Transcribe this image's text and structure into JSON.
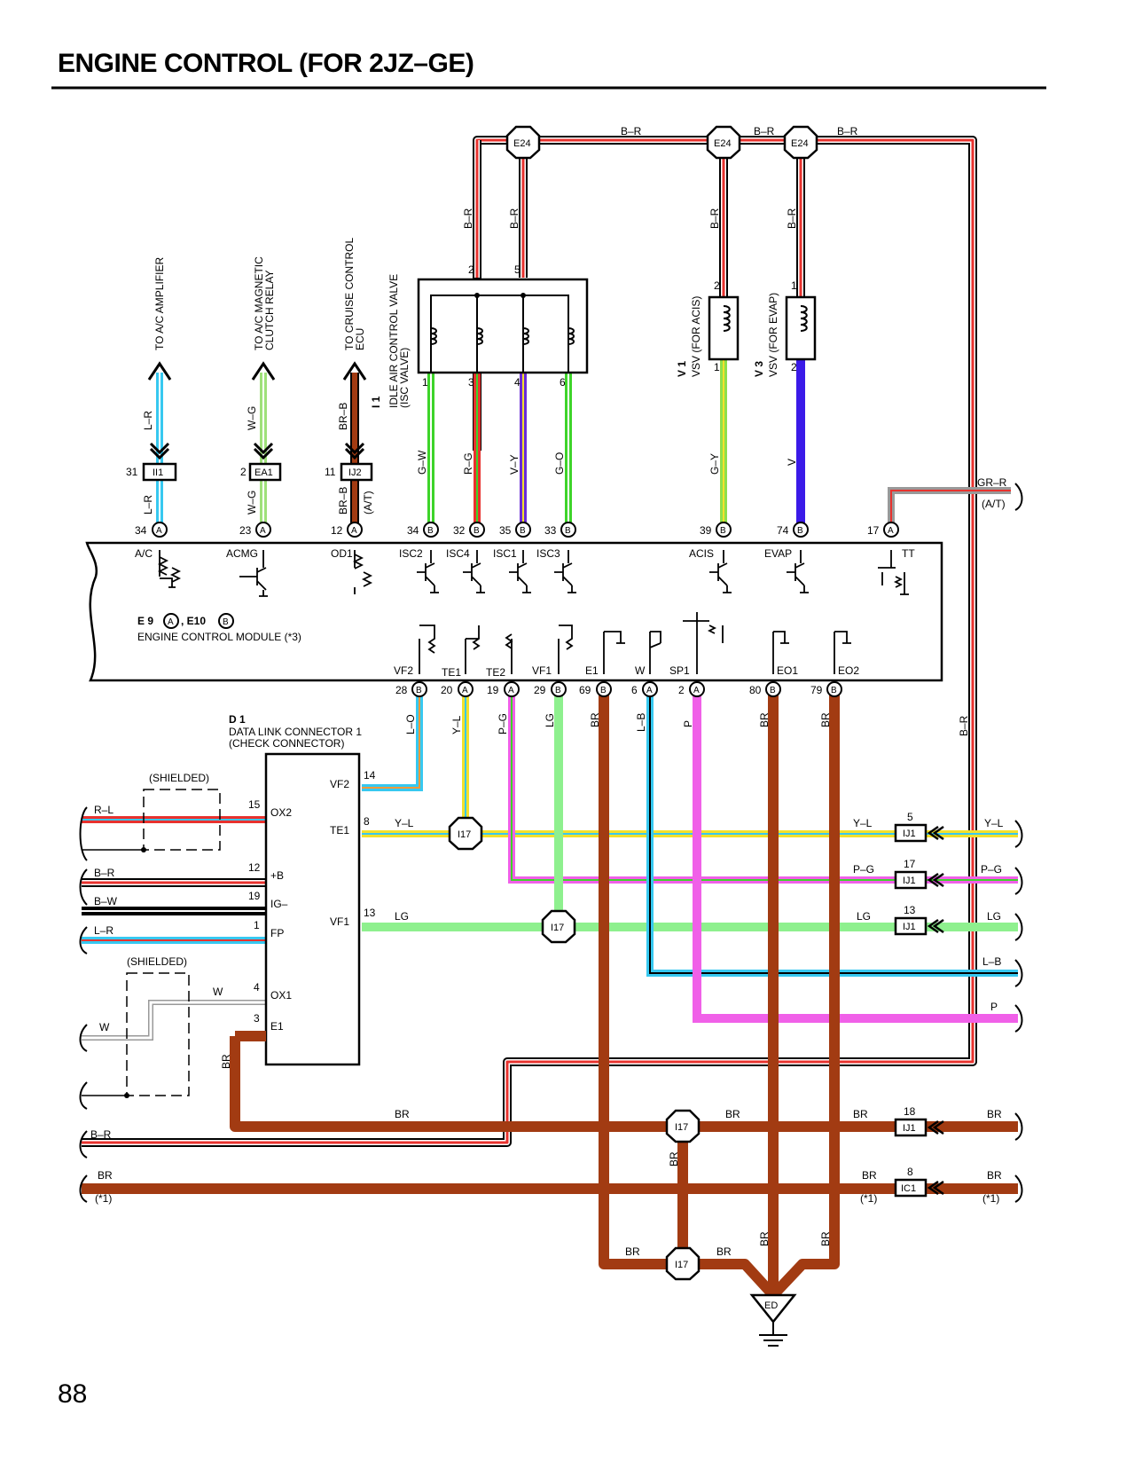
{
  "title": "ENGINE CONTROL (FOR 2JZ–GE)",
  "page_number": "88",
  "colors": {
    "B-R": "#e8322e",
    "L-R": "#37c8f0",
    "W-G": "#9fe07a",
    "BR-B": "#a23b12",
    "G-W": "#3ed42a",
    "R-G": "#e8322e",
    "V-Y": "#6a2cd6",
    "G-O": "#3ed42a",
    "G-Y": "#8ee04a",
    "V": "#3a1ae8",
    "GR-R": "#999999",
    "L-O": "#37c8f0",
    "Y-L": "#f2e12c",
    "P-G": "#f060e8",
    "LG": "#8ef08e",
    "BR": "#a23b12",
    "L-B": "#37c8f0",
    "P": "#f060e8",
    "W": "#cccccc",
    "B-W": "#000000"
  },
  "ecm": {
    "title": "ENGINE CONTROL MODULE (*3)",
    "codes": [
      "E 9",
      "A",
      ", E10",
      "B"
    ],
    "top_terminals": [
      {
        "pin": "34",
        "conn": "A",
        "name": "A/C"
      },
      {
        "pin": "23",
        "conn": "A",
        "name": "ACMG"
      },
      {
        "pin": "12",
        "conn": "A",
        "name": "OD1"
      },
      {
        "pin": "34",
        "conn": "B",
        "name": "ISC2"
      },
      {
        "pin": "32",
        "conn": "B",
        "name": "ISC4"
      },
      {
        "pin": "35",
        "conn": "B",
        "name": "ISC1"
      },
      {
        "pin": "33",
        "conn": "B",
        "name": "ISC3"
      },
      {
        "pin": "39",
        "conn": "B",
        "name": "ACIS"
      },
      {
        "pin": "74",
        "conn": "B",
        "name": "EVAP"
      },
      {
        "pin": "17",
        "conn": "A",
        "name": "TT"
      }
    ],
    "bottom_terminals": [
      {
        "pin": "28",
        "conn": "B",
        "name": "VF2"
      },
      {
        "pin": "20",
        "conn": "A",
        "name": "TE1"
      },
      {
        "pin": "19",
        "conn": "A",
        "name": "TE2"
      },
      {
        "pin": "29",
        "conn": "B",
        "name": "VF1"
      },
      {
        "pin": "69",
        "conn": "B",
        "name": "E1"
      },
      {
        "pin": "6",
        "conn": "A",
        "name": "W"
      },
      {
        "pin": "2",
        "conn": "A",
        "name": "SP1"
      },
      {
        "pin": "80",
        "conn": "B",
        "name": "EO1"
      },
      {
        "pin": "79",
        "conn": "B",
        "name": "EO2"
      }
    ]
  },
  "labels": {
    "to_ac_amp": "TO A/C AMPLIFIER",
    "to_ac_clutch_1": "TO A/C MAGNETIC",
    "to_ac_clutch_2": "CLUTCH RELAY",
    "to_cruise_1": "TO CRUISE CONTROL",
    "to_cruise_2": "ECU",
    "isc_code": "I 1",
    "isc_1": "IDLE AIR CONTROL VALVE",
    "isc_2": "(ISC VALVE)",
    "v1_code": "V 1",
    "v1_name": "VSV (FOR ACIS)",
    "v3_code": "V 3",
    "v3_name": "VSV (FOR EVAP)",
    "dlc_code": "D 1",
    "dlc_1": "DATA LINK CONNECTOR 1",
    "dlc_2": "(CHECK CONNECTOR)",
    "shielded": "(SHIELDED)",
    "at": "(A/T)",
    "star1": "(*1)",
    "e24": "E24",
    "i17": "I17",
    "ii1": "II1",
    "ea1": "EA1",
    "ij2": "IJ2",
    "ij1": "IJ1",
    "ic1": "IC1",
    "ed": "ED",
    "pin_31": "31",
    "pin_2": "2",
    "pin_11": "11",
    "pin_5": "5",
    "pin_1": "1",
    "pin_3": "3",
    "pin_4": "4",
    "pin_6": "6",
    "pin_12": "12",
    "pin_13": "13",
    "pin_14": "14",
    "pin_15": "15",
    "pin_17": "17",
    "pin_18": "18",
    "pin_19": "19",
    "pin_8": "8"
  },
  "wire_labels": {
    "br": "B–R",
    "lr": "L–R",
    "wg": "W–G",
    "brb": "BR–B",
    "gw": "G–W",
    "rg": "R–G",
    "vy": "V–Y",
    "go": "G–O",
    "gy": "G–Y",
    "v": "V",
    "grr": "GR–R",
    "lo": "L–O",
    "yl": "Y–L",
    "pg": "P–G",
    "lg": "LG",
    "brn": "BR",
    "lb": "L–B",
    "p": "P",
    "w": "W",
    "bw": "B–W",
    "rl": "R–L"
  },
  "dlc": {
    "left_pins": [
      {
        "pin": "15",
        "name": "OX2"
      },
      {
        "pin": "12",
        "name": "+B"
      },
      {
        "pin": "19",
        "name": "IG–"
      },
      {
        "pin": "1",
        "name": "FP"
      },
      {
        "pin": "4",
        "name": "OX1"
      },
      {
        "pin": "3",
        "name": "E1"
      }
    ],
    "right_pins": [
      {
        "pin": "14",
        "name": "VF2"
      },
      {
        "pin": "8",
        "name": "TE1"
      },
      {
        "pin": "13",
        "name": "VF1"
      }
    ]
  }
}
